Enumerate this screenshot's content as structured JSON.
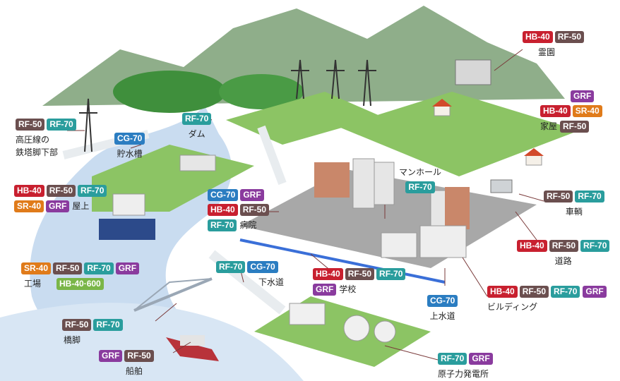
{
  "colors": {
    "HB-40": "#c8202f",
    "RF-50": "#6b4f4f",
    "RF-70": "#2a9d9d",
    "CG-70": "#2b7dc1",
    "GRF": "#8a3b9e",
    "SR-40": "#e07b1a",
    "HB-40-600": "#7ab648"
  },
  "labels": {
    "reien": {
      "badges": [
        "HB-40",
        "RF-50"
      ],
      "caption": "霊園"
    },
    "kaoku": {
      "badges": [
        "GRF",
        "HB-40",
        "SR-40",
        "RF-50"
      ],
      "caption": "家屋"
    },
    "tettou": {
      "badges": [
        "RF-50",
        "RF-70"
      ],
      "caption": "高圧線の\n鉄塔脚下部"
    },
    "damu": {
      "badges": [
        "RF-70"
      ],
      "caption": "ダム"
    },
    "chosui": {
      "badges": [
        "CG-70"
      ],
      "caption": "貯水槽"
    },
    "okujo": {
      "badges": [
        "HB-40",
        "RF-50",
        "RF-70",
        "SR-40",
        "GRF"
      ],
      "caption": "屋上"
    },
    "byoin": {
      "badges": [
        "CG-70",
        "GRF",
        "HB-40",
        "RF-50",
        "RF-70"
      ],
      "caption": "病院"
    },
    "manhole": {
      "badges": [
        "RF-70"
      ],
      "caption": "マンホール"
    },
    "sharyo": {
      "badges": [
        "RF-50",
        "RF-70"
      ],
      "caption": "車輌"
    },
    "doro": {
      "badges": [
        "HB-40",
        "RF-50",
        "RF-70"
      ],
      "caption": "道路"
    },
    "kojo": {
      "badges": [
        "SR-40",
        "RF-50",
        "RF-70",
        "GRF"
      ],
      "caption": "工場",
      "extra": "HB-40·600"
    },
    "gesui": {
      "badges": [
        "RF-70",
        "CG-70"
      ],
      "caption": "下水道"
    },
    "gakko": {
      "badges": [
        "HB-40",
        "RF-50",
        "RF-70",
        "GRF"
      ],
      "caption": "学校"
    },
    "josui": {
      "badges": [
        "CG-70"
      ],
      "caption": "上水道"
    },
    "building": {
      "badges": [
        "HB-40",
        "RF-50",
        "RF-70",
        "GRF"
      ],
      "caption": "ビルディング"
    },
    "kyokyaku": {
      "badges": [
        "RF-50",
        "RF-70"
      ],
      "caption": "橋脚"
    },
    "senpaku": {
      "badges": [
        "GRF",
        "RF-50"
      ],
      "caption": "船舶"
    },
    "genshiryoku": {
      "badges": [
        "RF-70",
        "GRF"
      ],
      "caption": "原子力発電所"
    }
  }
}
